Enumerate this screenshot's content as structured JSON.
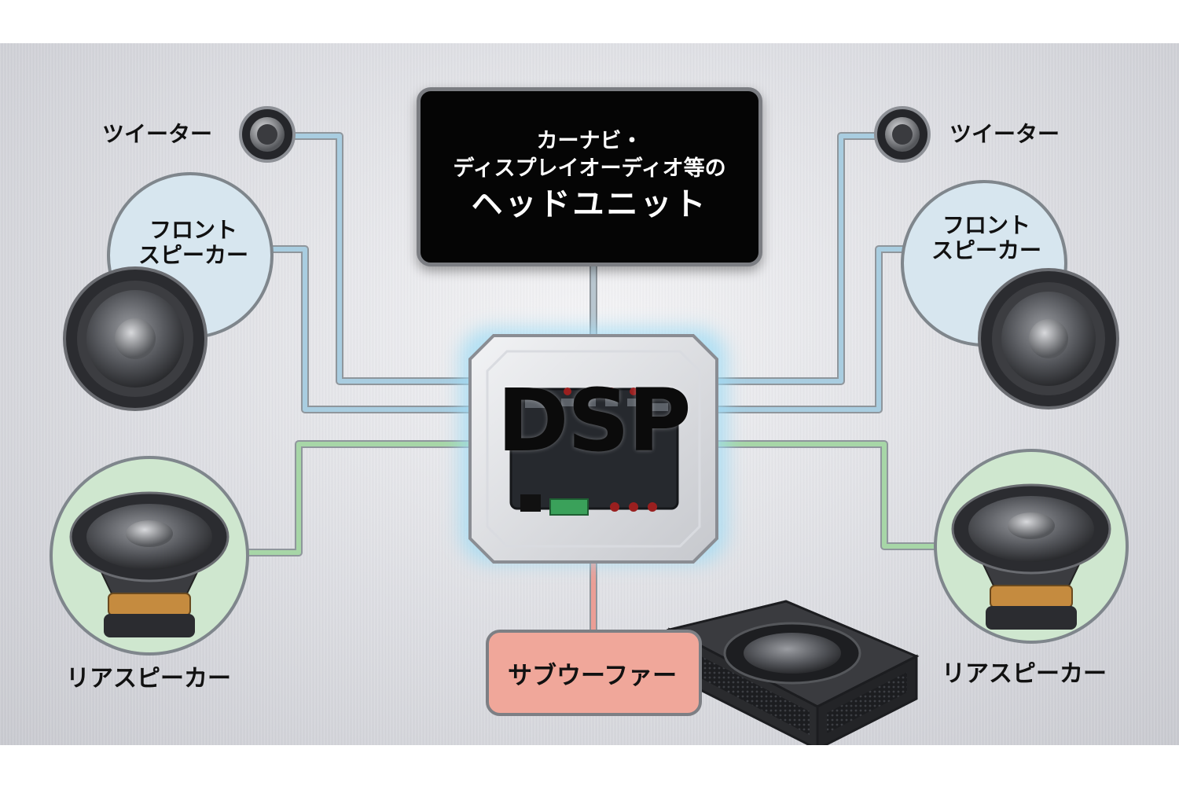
{
  "head_unit": {
    "line1": "カーナビ・",
    "line2": "ディスプレイオーディオ等の",
    "line3": "ヘッドユニット"
  },
  "dsp": {
    "label": "DSP"
  },
  "tweeter_left": {
    "label": "ツイーター"
  },
  "tweeter_right": {
    "label": "ツイーター"
  },
  "front_left": {
    "line1": "フロント",
    "line2": "スピーカー"
  },
  "front_right": {
    "line1": "フロント",
    "line2": "スピーカー"
  },
  "rear_left": {
    "label": "リアスピーカー"
  },
  "rear_right": {
    "label": "リアスピーカー"
  },
  "subwoofer": {
    "label": "サブウーファー"
  },
  "colors": {
    "blue_circle": "#d7e6ef",
    "green_circle": "#cfe7cf",
    "sub_box": "#f0a79a",
    "blue_line": "#a9cde0",
    "green_line": "#a7d6a7",
    "pink_line": "#eb9e95",
    "head_bg": "#050505",
    "dsp_glow": "#9fdcf5"
  }
}
